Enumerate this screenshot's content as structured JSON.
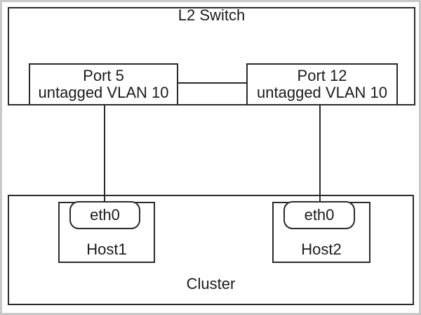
{
  "colors": {
    "line": "#2b2b2b",
    "frame_border": "#c8c8c8",
    "background": "#ffffff",
    "text": "#1b1b1b"
  },
  "switch": {
    "label": "L2 Switch",
    "ports": [
      {
        "name": "Port 5",
        "vlan": "untagged VLAN 10"
      },
      {
        "name": "Port 12",
        "vlan": "untagged VLAN 10"
      }
    ]
  },
  "cluster": {
    "label": "Cluster",
    "hosts": [
      {
        "name": "Host1",
        "nic": "eth0"
      },
      {
        "name": "Host2",
        "nic": "eth0"
      }
    ]
  }
}
